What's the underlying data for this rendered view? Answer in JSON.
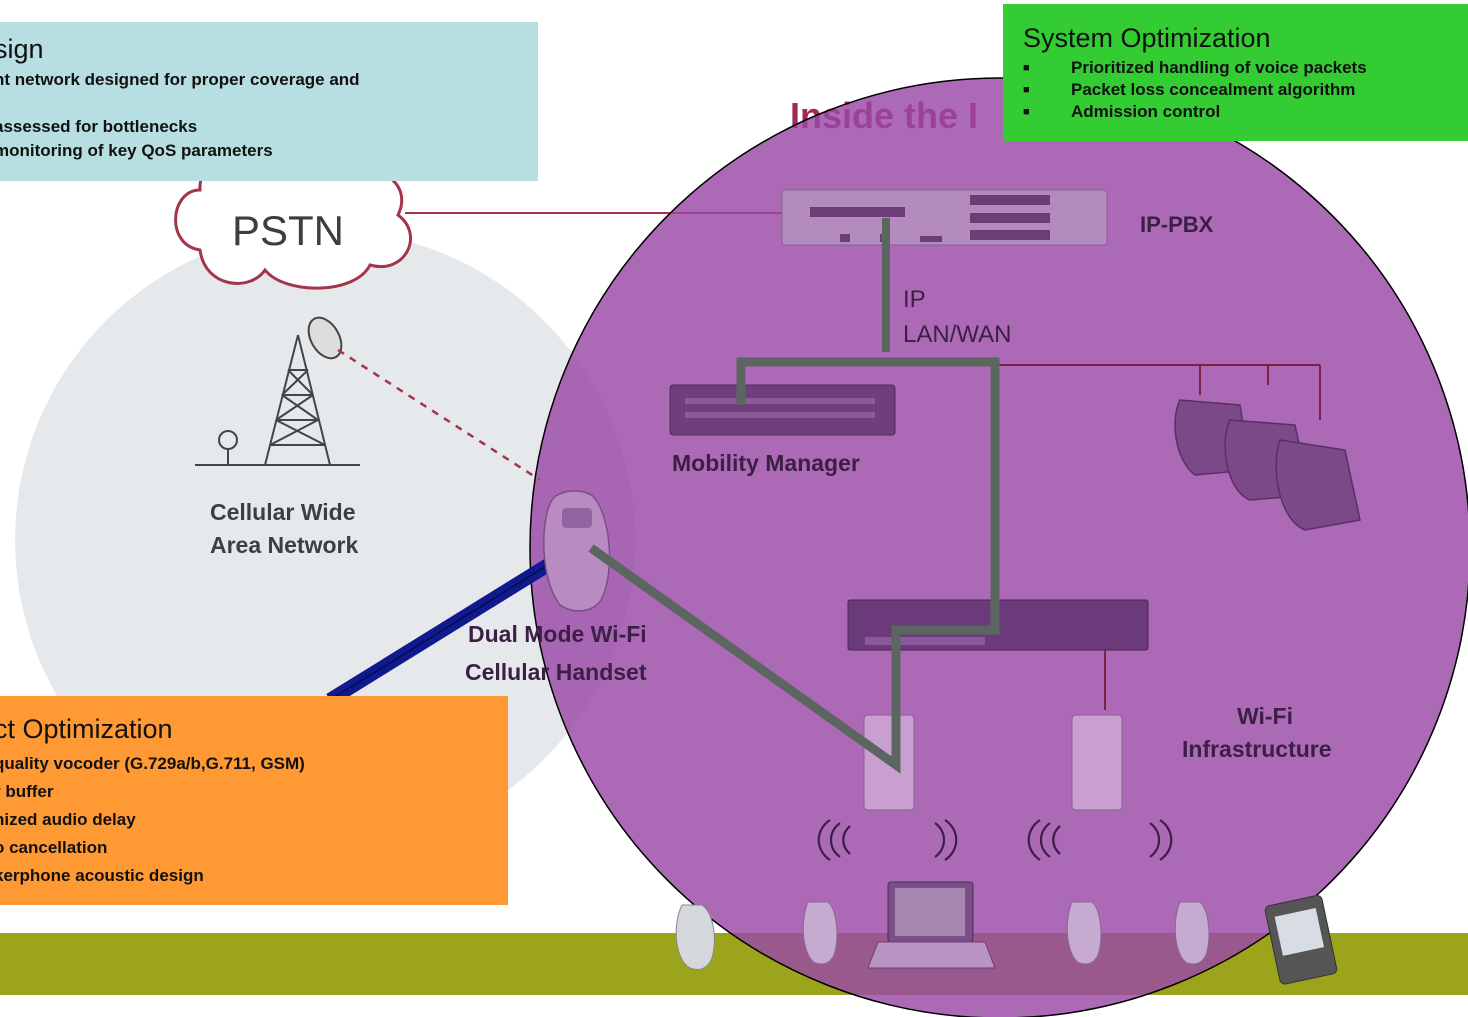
{
  "title_partial": "Inside the I",
  "network_design_box": {
    "title": "sign",
    "items": [
      "nt network designed for proper coverage and",
      "",
      "assessed for bottlenecks",
      "monitoring of key QoS parameters"
    ]
  },
  "system_optimization_box": {
    "title": "System Optimization",
    "items": [
      "Prioritized handling of voice packets",
      "Packet loss concealment algorithm",
      "Admission control"
    ]
  },
  "device_optimization_box": {
    "title": "ct Optimization",
    "items": [
      "quality vocoder (G.729a/b,G.711, GSM)",
      "r buffer",
      "nized audio delay",
      "o cancellation",
      "kerphone acoustic design"
    ]
  },
  "labels": {
    "pstn": "PSTN",
    "ip_pbx": "IP-PBX",
    "ip": "IP",
    "lan_wan": "LAN/WAN",
    "mobility_manager": "Mobility Manager",
    "cellular_line1": "Cellular Wide",
    "cellular_line2": "Area Network",
    "handset_line1": "Dual Mode Wi-Fi",
    "handset_line2": "Cellular Handset",
    "wifi_line1": "Wi-Fi",
    "wifi_line2": "Infrastructure"
  },
  "colors": {
    "teal_box": "#b7dfe1",
    "green_box": "#33cc33",
    "orange_box": "#ff9933",
    "purple_circle": "#9a48a6",
    "bottom_bar": "#9ca41b",
    "path_line": "#5c6660",
    "blue_link": "#101a8c",
    "maroon_line": "#a3344a",
    "title_color": "#a02a5a"
  }
}
